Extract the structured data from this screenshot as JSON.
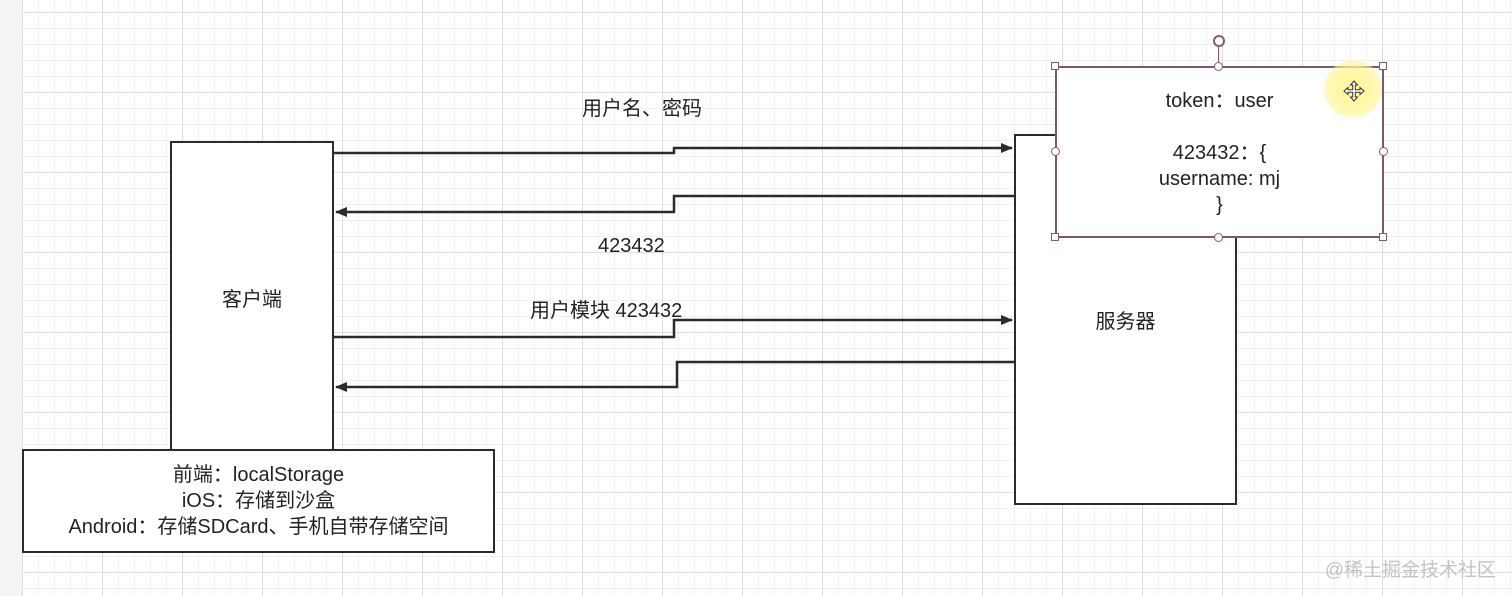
{
  "client": {
    "label": "客户端"
  },
  "server": {
    "label": "服务器"
  },
  "token_box": {
    "line1": "token：user",
    "line2": "423432：{",
    "line3": "username: mj",
    "line4": "}"
  },
  "storage_box": {
    "line1": "前端：localStorage",
    "line2": "iOS：存储到沙盒",
    "line3": "Android：存储SDCard、手机自带存储空间"
  },
  "arrows": {
    "request_login_label": "用户名、密码",
    "response_token_label": "423432",
    "request_module_label": "用户模块 423432"
  },
  "watermark": "@稀土掘金技术社区",
  "colors": {
    "line": "#2b2b2b",
    "selection": "#7d5a63",
    "highlight": "#fff59a"
  },
  "icons": [
    "move-cursor-icon",
    "rotate-handle-icon"
  ]
}
